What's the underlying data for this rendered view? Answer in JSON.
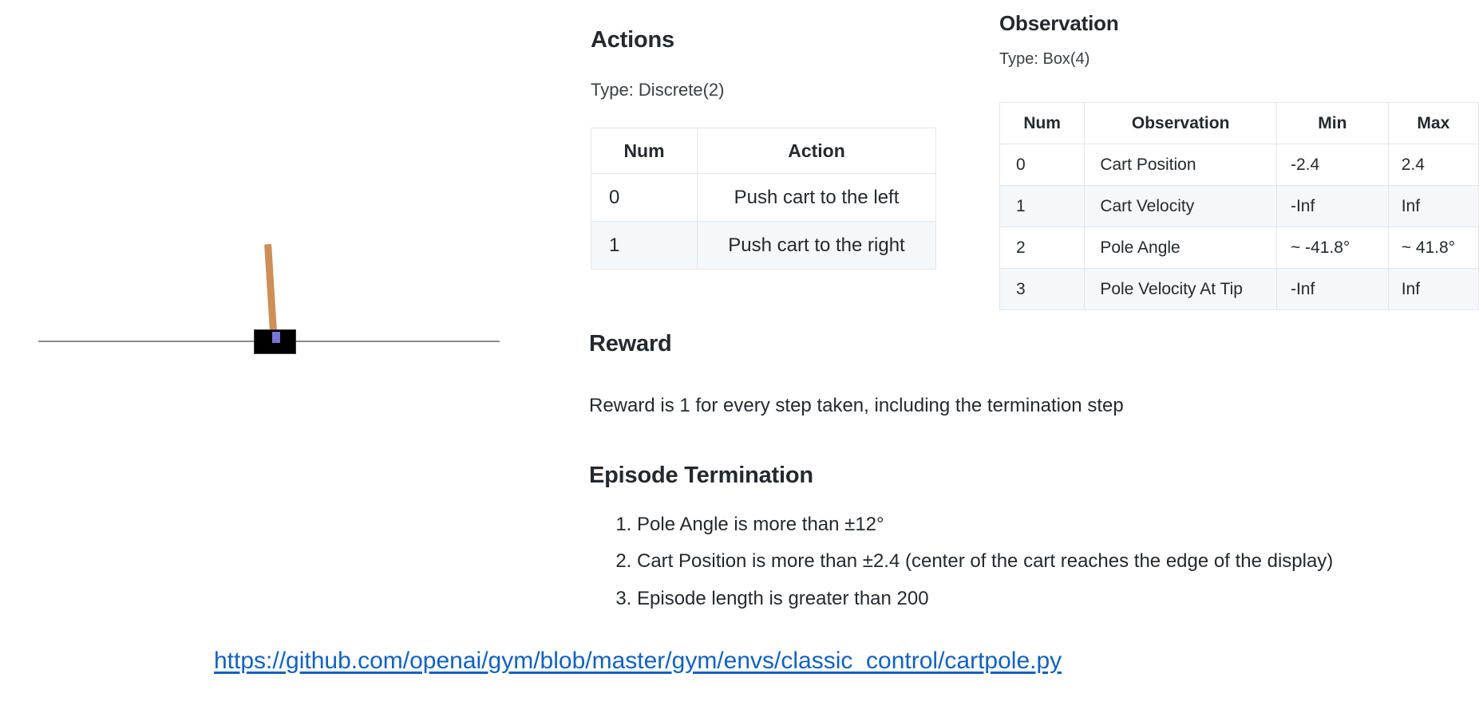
{
  "simulation": {
    "name": "cartpole-simulation",
    "pole_color": "#cd8f57",
    "cart_color": "#000000",
    "axle_color": "#7b74d4",
    "ground_color": "#8b8b8f"
  },
  "actions": {
    "heading": "Actions",
    "type_line": "Type: Discrete(2)",
    "table": {
      "headers": [
        "Num",
        "Action"
      ],
      "rows": [
        [
          "0",
          "Push cart to the left"
        ],
        [
          "1",
          "Push cart to the right"
        ]
      ]
    }
  },
  "observation": {
    "heading": "Observation",
    "type_line": "Type: Box(4)",
    "table": {
      "headers": [
        "Num",
        "Observation",
        "Min",
        "Max"
      ],
      "rows": [
        [
          "0",
          "Cart Position",
          "-2.4",
          "2.4"
        ],
        [
          "1",
          "Cart Velocity",
          "-Inf",
          "Inf"
        ],
        [
          "2",
          "Pole Angle",
          "~ -41.8°",
          "~ 41.8°"
        ],
        [
          "3",
          "Pole Velocity At Tip",
          "-Inf",
          "Inf"
        ]
      ]
    }
  },
  "reward": {
    "heading": "Reward",
    "text": "Reward is 1 for every step taken, including the termination step"
  },
  "termination": {
    "heading": "Episode Termination",
    "items": [
      "Pole Angle is more than ±12°",
      "Cart Position is more than ±2.4 (center of the cart reaches the edge of the display)",
      "Episode length is greater than 200"
    ]
  },
  "footer": {
    "link_text": "https://github.com/openai/gym/blob/master/gym/envs/classic_control/cartpole.py",
    "link_color": "#1161c4"
  }
}
